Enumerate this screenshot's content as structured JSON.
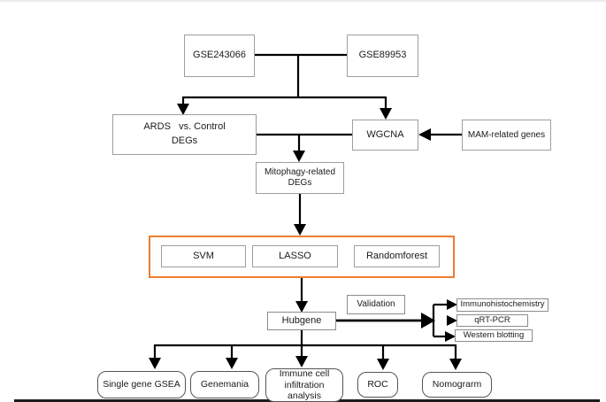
{
  "figure": {
    "type": "flowchart",
    "colors": {
      "highlight_border": "#ED7D31",
      "connector": "#000000",
      "box_border": "#9e9e9e",
      "rounded_border": "#555555"
    },
    "nodes": {
      "gse243066": {
        "label": "GSE243066"
      },
      "gse89953": {
        "label": "GSE89953"
      },
      "ards_degs": {
        "line1": "ARDS   vs. Control",
        "line2": "DEGs"
      },
      "wgcna": {
        "label": "WGCNA"
      },
      "mam_genes": {
        "label": "MAM-related genes"
      },
      "mitophagy_degs": {
        "line1": "Mitophagy-related",
        "line2": "DEGs"
      },
      "svm": {
        "label": "SVM"
      },
      "lasso": {
        "label": "LASSO"
      },
      "randomforest": {
        "label": "Randomforest"
      },
      "hubgene": {
        "label": "Hubgene"
      },
      "validation": {
        "label": "Validation"
      },
      "immunohistochemistry": {
        "label": "Immunohistochemistry"
      },
      "qrt_pcr": {
        "label": "qRT-PCR"
      },
      "western_blotting": {
        "label": "Western blotting"
      },
      "single_gene_gsea": {
        "label": "Single gene GSEA"
      },
      "genemania": {
        "label": "Genemania"
      },
      "immune_cell": {
        "line1": "Immune cell",
        "line2": "infiltration",
        "line3": "analysis"
      },
      "roc": {
        "label": "ROC"
      },
      "nomogram": {
        "label": "Nomograrm"
      }
    }
  }
}
